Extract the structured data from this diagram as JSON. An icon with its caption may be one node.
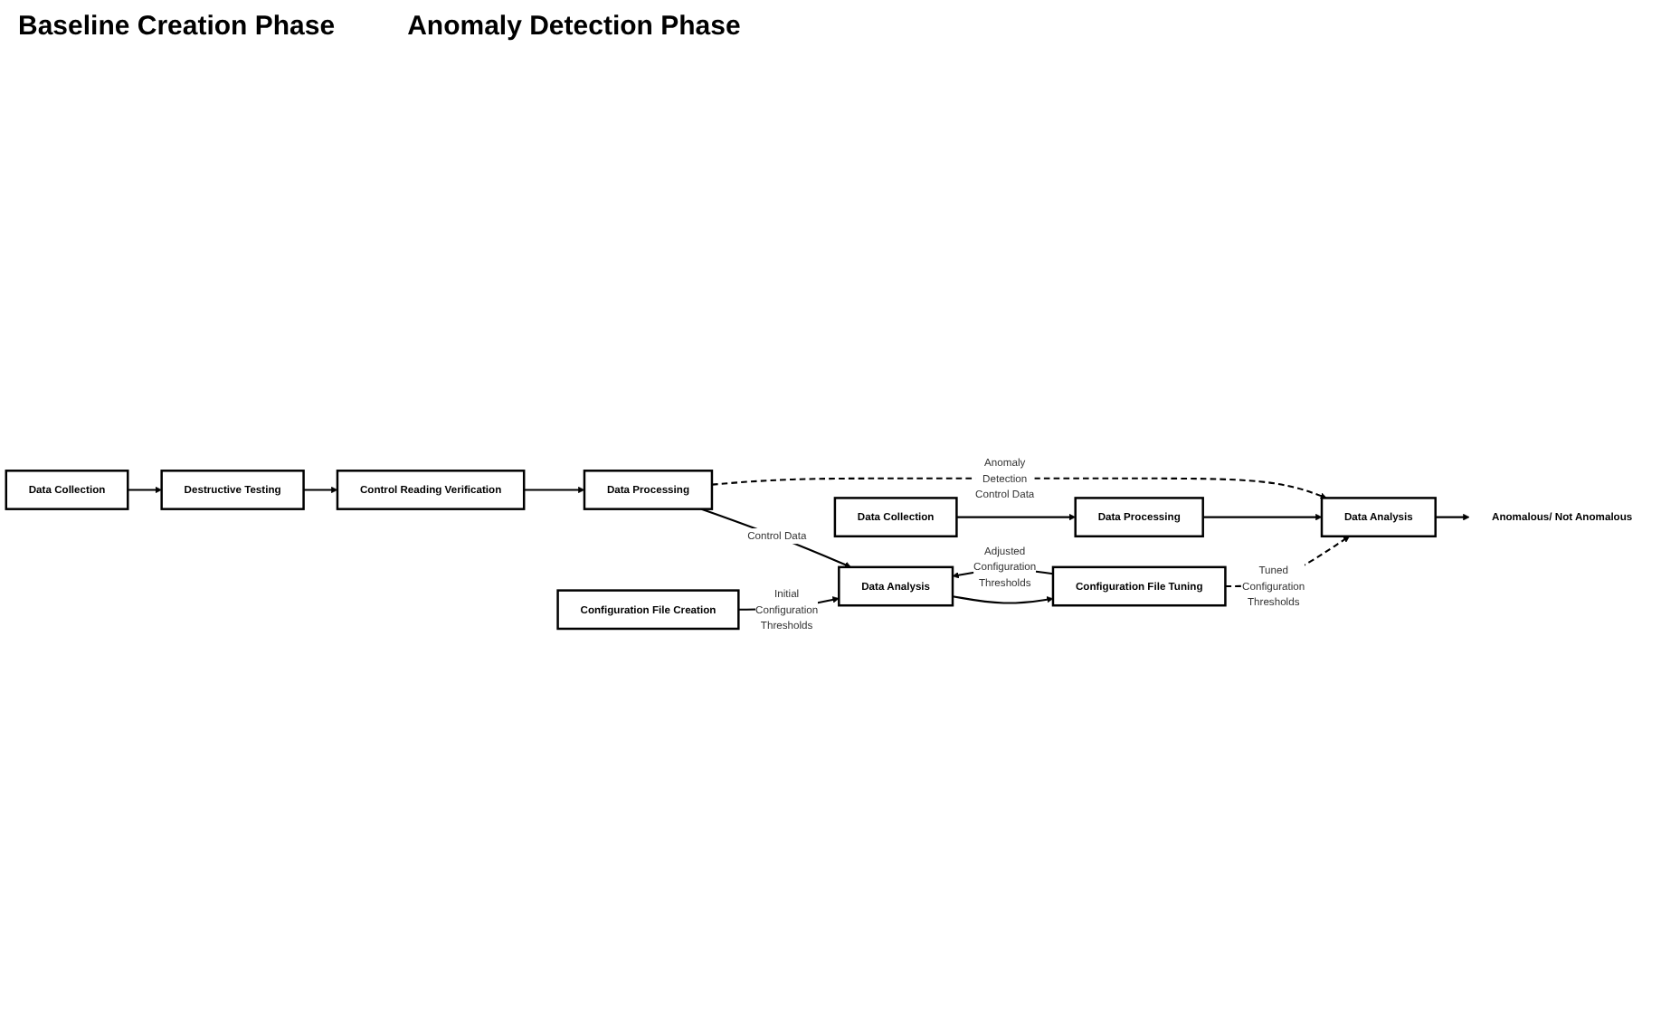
{
  "diagram": {
    "nodes": [
      {
        "text": [
          "Data Collection"
        ]
      },
      {
        "text": [
          "Destructive Testing"
        ]
      },
      {
        "text": [
          "Control Reading Verification"
        ]
      },
      {
        "text": [
          "Data Processing"
        ]
      },
      {
        "text": [
          "Configuration File Creation"
        ]
      },
      {
        "text": [
          "Data Analysis"
        ]
      },
      {
        "text": [
          "Configuration File Tuning"
        ]
      },
      {
        "text": [
          "Data Collection"
        ]
      },
      {
        "text": [
          "Data Processing"
        ]
      },
      {
        "text": [
          "Data Analysis"
        ]
      },
      {
        "text": [
          "Anomalous/ Not Anomalous"
        ]
      }
    ],
    "edges": [
      {
        "from": 0,
        "to": 1,
        "arrow": "to"
      },
      {
        "from": 1,
        "to": 2,
        "arrow": "to"
      },
      {
        "from": 2,
        "to": 3,
        "arrow": "to"
      },
      {
        "from": 3,
        "to": 5,
        "arrow": "to",
        "label": "Control Data"
      },
      {
        "from": 4,
        "to": 5,
        "arrow": "to",
        "label": "Initial Configuration Thresholds"
      },
      {
        "from": 5,
        "to": 6,
        "arrow": "to"
      },
      {
        "from": 6,
        "to": 5,
        "arrow": "to",
        "label": "Adjusted Configuration Thresholds"
      },
      {
        "from": 6,
        "to": 9,
        "arrow": "to",
        "label": "Tuned Configuration Thresholds",
        "style": "dashed"
      },
      {
        "from": 3,
        "to": 9,
        "arrow": "to",
        "label": "Anomaly Detection Control Data",
        "style": "dashed"
      },
      {
        "from": 7,
        "to": 8,
        "arrow": "to"
      },
      {
        "from": 8,
        "to": 9,
        "arrow": "to"
      },
      {
        "from": 9,
        "to": 10,
        "arrow": "to"
      }
    ],
    "labels": [
      "Baseline Creation Phase",
      "Anomaly Detection Phase"
    ]
  }
}
